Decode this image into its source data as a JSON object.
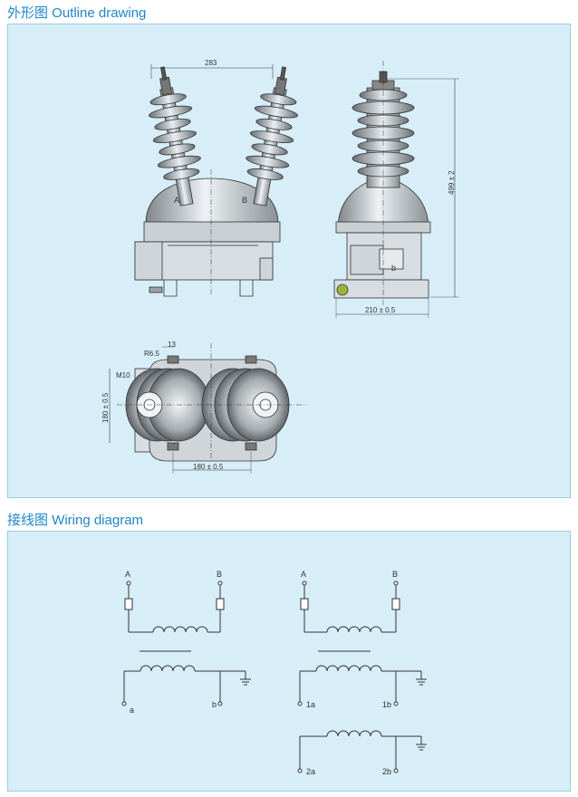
{
  "outline": {
    "heading": "外形图 Outline drawing",
    "dim_283": "283",
    "dim_499": "499 ± 2",
    "dim_210": "210 ± 0.5",
    "dim_180_h": "180 ± 0.5",
    "dim_180_v": "180 ± 0.5",
    "dim_r65": "R6.5",
    "dim_13": "13",
    "dim_m10": "M10",
    "terminal_a": "A",
    "terminal_b": "B",
    "terminal_b_small": "b"
  },
  "wiring": {
    "heading": "接线图 Wiring diagram",
    "left": {
      "primary_a": "A",
      "primary_b": "B",
      "sec_a": "a",
      "sec_b": "b"
    },
    "right": {
      "primary_a": "A",
      "primary_b": "B",
      "sec_1a": "1a",
      "sec_1b": "1b",
      "sec_2a": "2a",
      "sec_2b": "2b"
    }
  }
}
